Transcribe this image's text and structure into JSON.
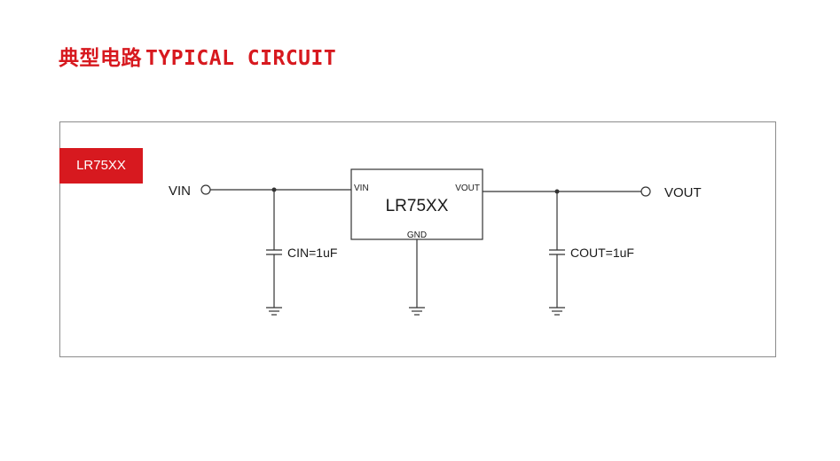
{
  "heading": {
    "chinese": "典型电路",
    "english": "TYPICAL CIRCUIT"
  },
  "diagram": {
    "tag_label": "LR75XX",
    "chip_label": "LR75XX",
    "pin_vin": "VIN",
    "pin_vout": "VOUT",
    "pin_gnd": "GND",
    "terminal_in": "VIN",
    "terminal_out": "VOUT",
    "cap_in": "CIN=1uF",
    "cap_out": "COUT=1uF",
    "colors": {
      "accent": "#d7191f",
      "wire": "#333333",
      "frame": "#8c8c8c"
    }
  }
}
